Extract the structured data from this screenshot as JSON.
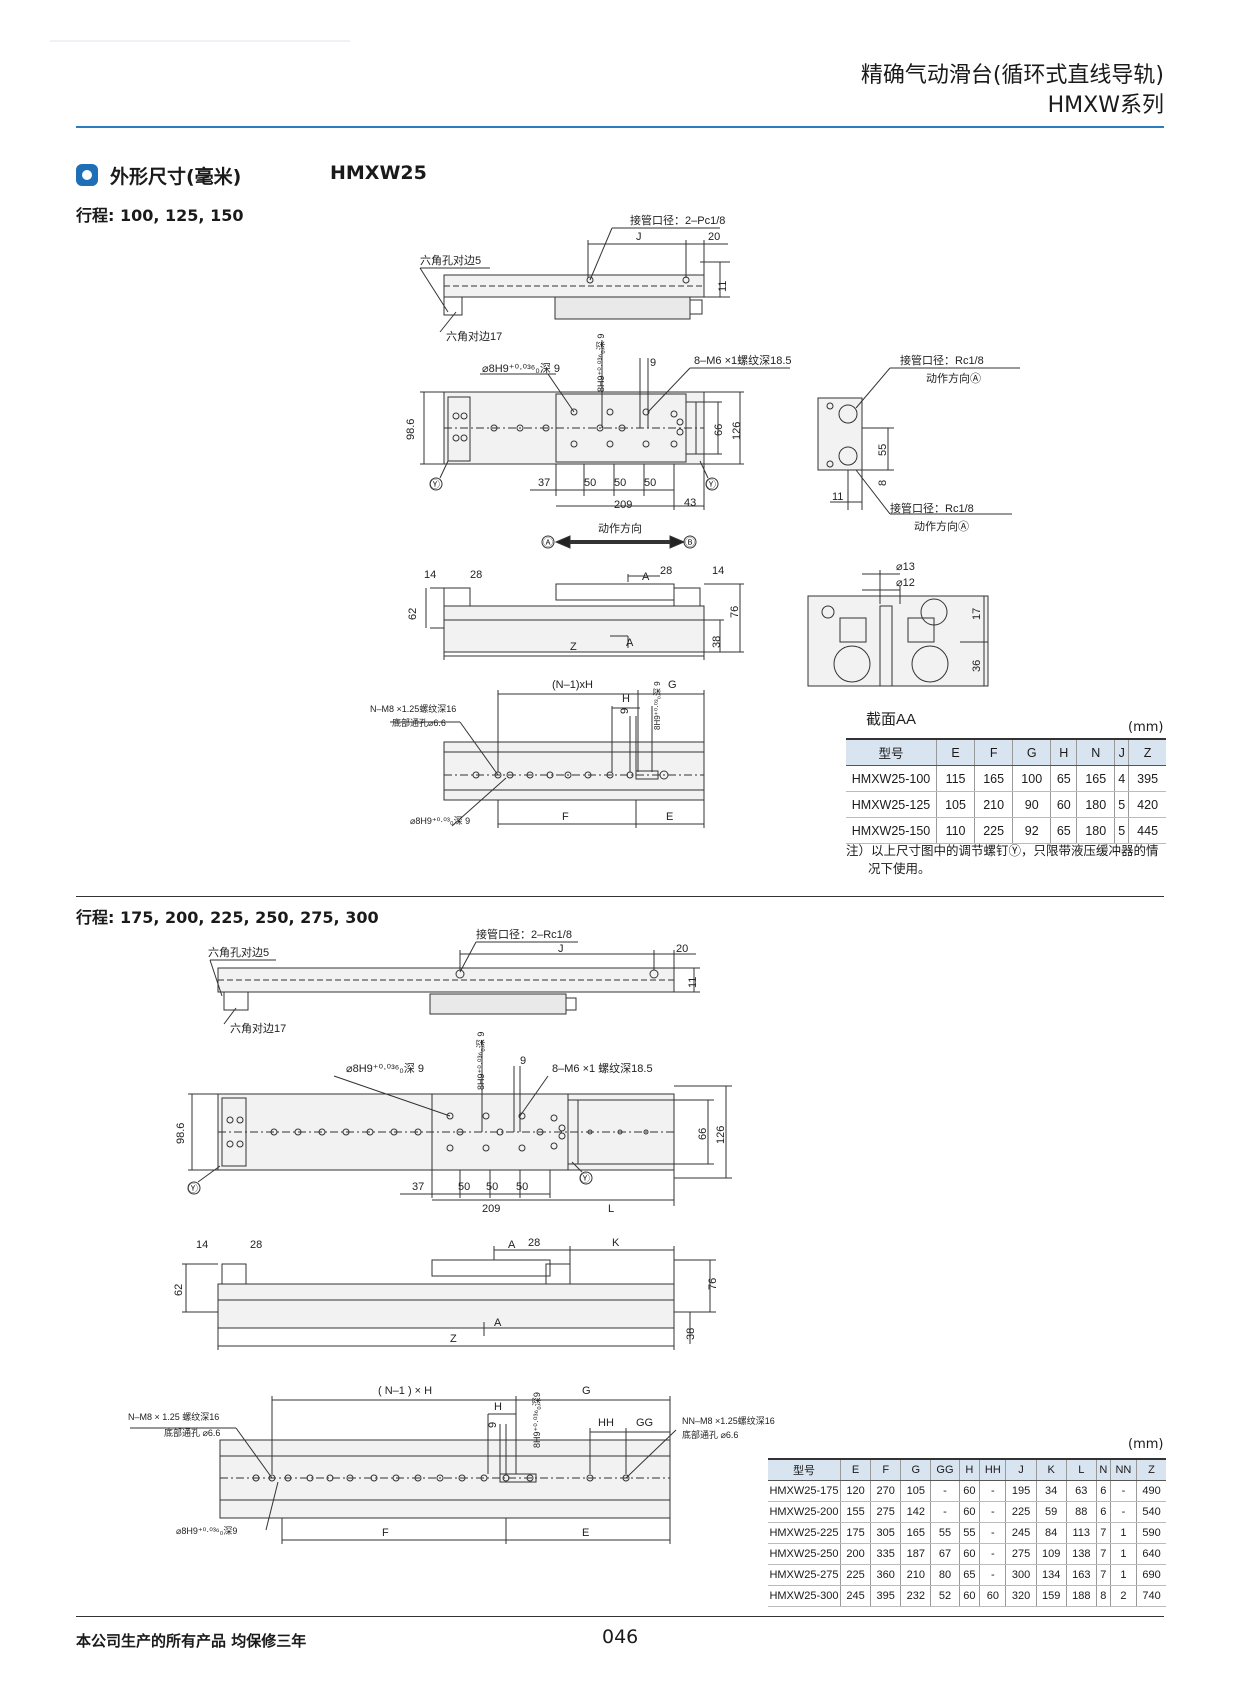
{
  "header": {
    "title": "精确气动滑台(循环式直线导轨)",
    "series": "HMXW系列"
  },
  "section": {
    "title": "外形尺寸(毫米)",
    "model": "HMXW25"
  },
  "part1": {
    "stroke_label": "行程: 100, 125, 150",
    "labels": {
      "port_top": "接管口径：2–Pc1/8",
      "hex5": "六角孔对边5",
      "hex17": "六角对边17",
      "pin": "⌀8H9⁺⁰·⁰³⁶₀深 9",
      "pin_v": "8H9⁺⁰·⁰³⁶₀深 9",
      "thread": "8–M6 ×1螺纹深18.5",
      "port_a": "接管口径：Rc1/8",
      "dir_a": "动作方向Ⓐ",
      "port_b": "接管口径：Rc1/8",
      "dir_b": "动作方向Ⓐ",
      "action": "动作方向",
      "A_mark": "Ⓐ",
      "B_mark": "Ⓑ",
      "Y_mark": "Ⓨ",
      "bolt": "N–M8 ×1.25螺纹深16",
      "bolt_hole": "底部通孔⌀6.6",
      "pin_bottom": "⌀8H9⁺⁰·⁰³₀深 9",
      "pin_bottom_v": "8H9⁺⁰·⁰³₀深 9",
      "NxH": "(N–1)xH",
      "section_AA": "截面AA",
      "d13": "⌀13",
      "d12": "⌀12"
    },
    "dims": {
      "J": "J",
      "d20": "20",
      "d11": "11",
      "d9": "9",
      "d9b": "9",
      "d98_6": "98.6",
      "d66": "66",
      "d126": "126",
      "d37": "37",
      "d50a": "50",
      "d50b": "50",
      "d50c": "50",
      "d209": "209",
      "d43": "43",
      "d55": "55",
      "d8": "8",
      "d11b": "11",
      "d14a": "14",
      "d28a": "28",
      "d28b": "28",
      "d14b": "14",
      "A": "A",
      "A2": "A",
      "d62": "62",
      "d76": "76",
      "d38": "38",
      "Z": "Z",
      "H": "H",
      "G": "G",
      "F": "F",
      "E": "E",
      "d17": "17",
      "d36": "36"
    },
    "table": {
      "unit": "(mm)",
      "headers": [
        "型号",
        "E",
        "F",
        "G",
        "H",
        "N",
        "J",
        "Z"
      ],
      "rows": [
        [
          "HMXW25-100",
          "115",
          "165",
          "100",
          "65",
          "165",
          "4",
          "395"
        ],
        [
          "HMXW25-125",
          "105",
          "210",
          "90",
          "60",
          "180",
          "5",
          "420"
        ],
        [
          "HMXW25-150",
          "110",
          "225",
          "92",
          "65",
          "180",
          "5",
          "445"
        ]
      ]
    },
    "note_line1": "注）以上尺寸图中的调节螺钉Ⓨ，只限带液压缓冲器的情",
    "note_line2": "况下使用。"
  },
  "part2": {
    "stroke_label": "行程: 175, 200, 225, 250, 275, 300",
    "labels": {
      "port_top": "接管口径：2–Rc1/8",
      "hex5": "六角孔对边5",
      "hex17": "六角对边17",
      "pin": "⌀8H9⁺⁰·⁰³⁶₀深 9",
      "pin_v": "8H9⁺⁰·⁰³⁶₀深 9",
      "thread": "8–M6 ×1 螺纹深18.5",
      "Y_mark": "Ⓨ",
      "bolt": "N–M8 × 1.25 螺纹深16",
      "bolt_hole": "底部通孔 ⌀6.6",
      "bolt2": "NN–M8 ×1.25螺纹深16",
      "bolt2_hole": "底部通孔 ⌀6.6",
      "pin_bottom": "⌀8H9⁺⁰·⁰³⁶₀深9",
      "pin_bottom_v": "8H9⁺⁰·⁰³⁶₀深9",
      "NxH": "( N–1 ) × H"
    },
    "dims": {
      "J": "J",
      "d20": "20",
      "d11": "11",
      "d9": "9",
      "d98_6": "98.6",
      "d66": "66",
      "d126": "126",
      "d37": "37",
      "d50a": "50",
      "d50b": "50",
      "d50c": "50",
      "d209": "209",
      "L": "L",
      "d14": "14",
      "d28a": "28",
      "A": "A",
      "d28b": "28",
      "K": "K",
      "A2": "A",
      "d62": "62",
      "d76": "76",
      "d38": "38",
      "Z": "Z",
      "H": "H",
      "G": "G",
      "HH": "HH",
      "GG": "GG",
      "d9b": "9",
      "F": "F",
      "E": "E"
    },
    "table": {
      "unit": "(mm)",
      "headers": [
        "型号",
        "E",
        "F",
        "G",
        "GG",
        "H",
        "HH",
        "J",
        "K",
        "L",
        "N",
        "NN",
        "Z"
      ],
      "rows": [
        [
          "HMXW25-175",
          "120",
          "270",
          "105",
          "-",
          "60",
          "-",
          "195",
          "34",
          "63",
          "6",
          "-",
          "490"
        ],
        [
          "HMXW25-200",
          "155",
          "275",
          "142",
          "-",
          "60",
          "-",
          "225",
          "59",
          "88",
          "6",
          "-",
          "540"
        ],
        [
          "HMXW25-225",
          "175",
          "305",
          "165",
          "55",
          "55",
          "-",
          "245",
          "84",
          "113",
          "7",
          "1",
          "590"
        ],
        [
          "HMXW25-250",
          "200",
          "335",
          "187",
          "67",
          "60",
          "-",
          "275",
          "109",
          "138",
          "7",
          "1",
          "640"
        ],
        [
          "HMXW25-275",
          "225",
          "360",
          "210",
          "80",
          "65",
          "-",
          "300",
          "134",
          "163",
          "7",
          "1",
          "690"
        ],
        [
          "HMXW25-300",
          "245",
          "395",
          "232",
          "52",
          "60",
          "60",
          "320",
          "159",
          "188",
          "8",
          "2",
          "740"
        ]
      ]
    }
  },
  "footer": {
    "warranty": "本公司生产的所有产品  均保修三年",
    "page": "046"
  }
}
